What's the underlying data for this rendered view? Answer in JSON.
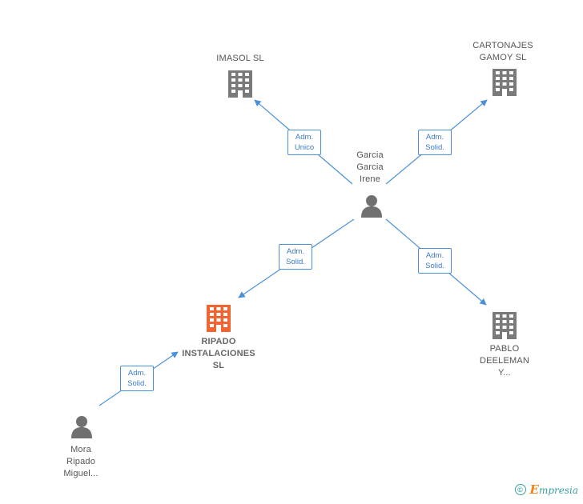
{
  "nodes": {
    "imasol": {
      "label": "IMASOL  SL",
      "kind": "company"
    },
    "cartonajes": {
      "label": "CARTONAJES\nGAMOY SL",
      "kind": "company"
    },
    "garcia": {
      "label": "Garcia\nGarcia\nIrene",
      "kind": "person"
    },
    "ripado": {
      "label": "RIPADO\nINSTALACIONES\nSL",
      "kind": "company-focus"
    },
    "pablo": {
      "label": "PABLO\nDEELEMAN\nY...",
      "kind": "company"
    },
    "mora": {
      "label": "Mora\nRipado\nMiguel...",
      "kind": "person"
    }
  },
  "edges": {
    "garcia_imasol": "Adm.\nUnico",
    "garcia_cartonajes": "Adm.\nSolid.",
    "garcia_ripado": "Adm.\nSolid.",
    "garcia_pablo": "Adm.\nSolid.",
    "mora_ripado": "Adm.\nSolid."
  },
  "colors": {
    "edge": "#4a90d9",
    "company_icon": "#7a7a7a",
    "focus_icon": "#f26532",
    "person_icon": "#707070"
  },
  "icons": {
    "company": "building-icon",
    "person": "person-icon"
  },
  "footer": {
    "copyright_symbol": "©",
    "brand_initial": "E",
    "brand_rest": "mpresia"
  }
}
